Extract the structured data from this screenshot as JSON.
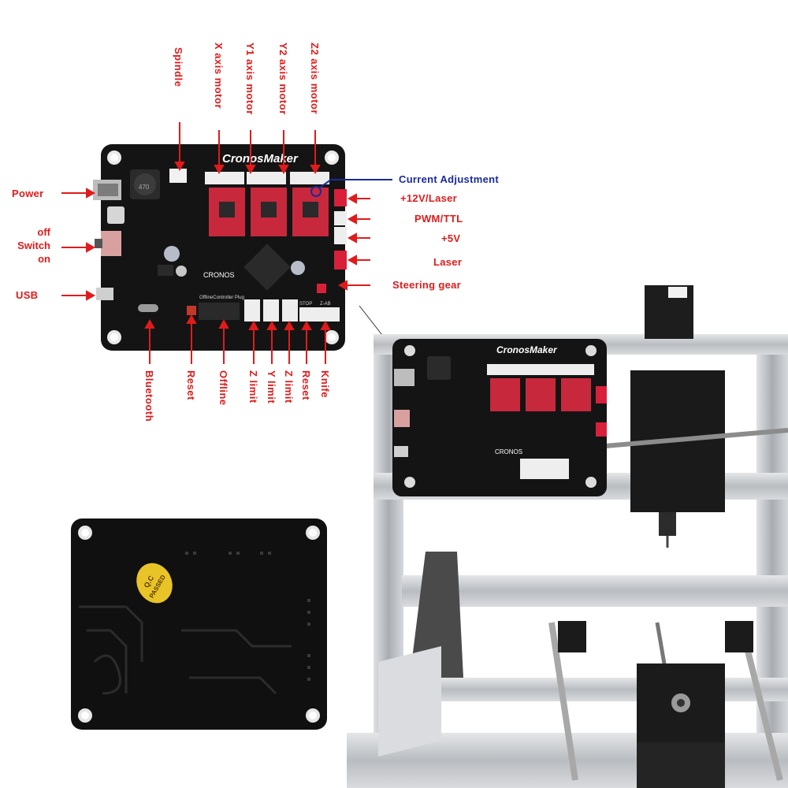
{
  "board": {
    "brand": "CronosMaker",
    "logo": "CRONOS",
    "silk_offline": "OfflineController Plug",
    "silk_stop": "STOP",
    "silk_z_ab": "Z-AB",
    "silk_470": "470"
  },
  "labels": {
    "top": {
      "spindle": "Spindle",
      "x_axis_motor": "X axis motor",
      "y1_axis_motor": "Y1 axis motor",
      "y2_axis_motor": "Y2 axis motor",
      "z2_axis_motor": "Z2 axis motor"
    },
    "left": {
      "power": "Power",
      "off": "off",
      "switch": "Switch",
      "on": "on",
      "usb": "USB"
    },
    "right": {
      "current_adjustment": "Current Adjustment",
      "laser_12v": "+12V/Laser",
      "pwm_ttl": "PWM/TTL",
      "plus_5v": "+5V",
      "laser": "Laser",
      "steering_gear": "Steering gear"
    },
    "bottom": {
      "bluetooth": "Bluetooth",
      "reset": "Reset",
      "offline": "Offline",
      "z_limit_1": "Z limit",
      "y_limit": "Y limit",
      "z_limit_2": "Z limit",
      "reset_2": "Reset",
      "knife": "Knife"
    }
  },
  "back_board": {
    "stamp_line1": "Q.C",
    "stamp_line2": "PASSED"
  },
  "colors": {
    "label_red": "#e01b1b",
    "label_blue": "#1a2a9a",
    "pcb_black": "#141414",
    "driver_red": "#c8283c",
    "connector_white": "#eeeeee",
    "connector_red": "#d8203a",
    "frame_aluminium": "#c9ccd0",
    "stamp_yellow": "#e8c428"
  }
}
